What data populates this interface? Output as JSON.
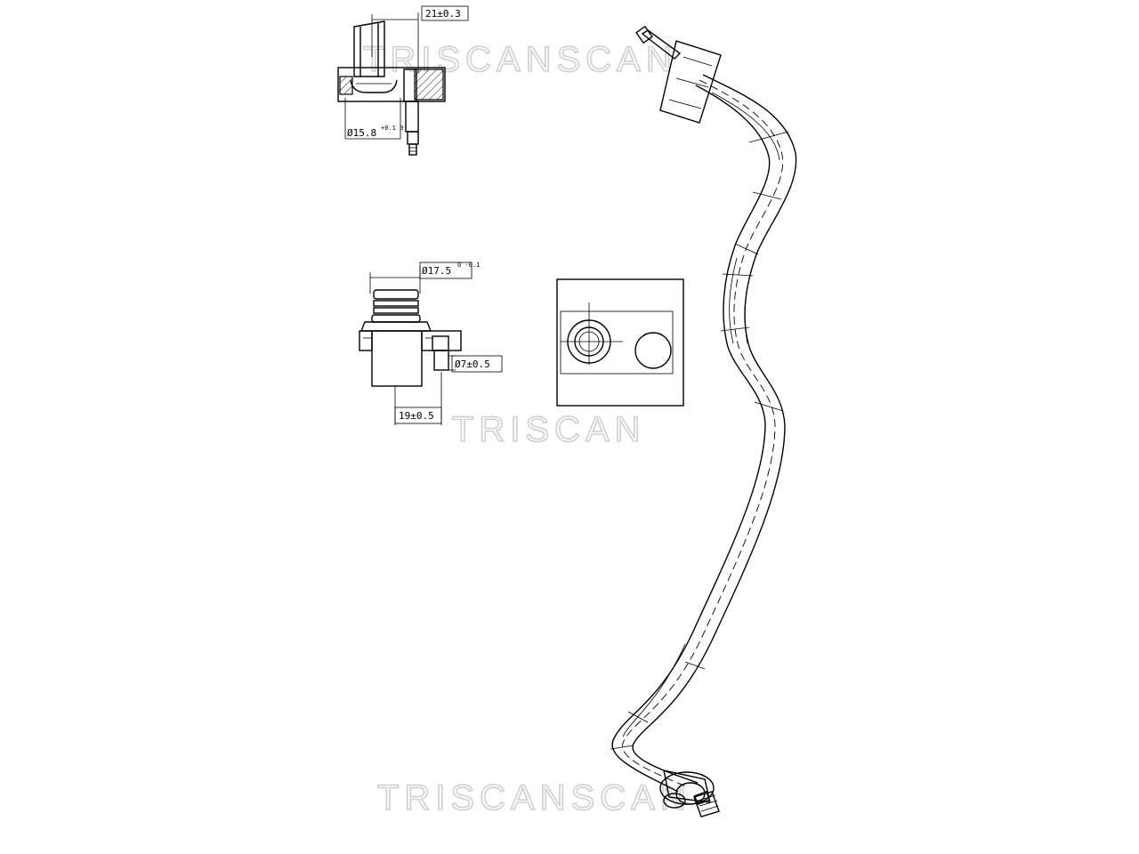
{
  "watermark": {
    "brand": "TRISCAN",
    "overlap": "TRISCANSCAN"
  },
  "dimensions": {
    "top_length": "21±0.3",
    "top_diameter": "Ø15.8",
    "top_diameter_tol": "+0.1 0",
    "mid_diameter": "Ø17.5",
    "mid_diameter_tol": "0 -0.1",
    "bolt_diameter": "Ø7±0.5",
    "mid_length": "19±0.5"
  },
  "colors": {
    "line": "#000000",
    "watermark": "#cfcfcf",
    "background": "#ffffff"
  }
}
